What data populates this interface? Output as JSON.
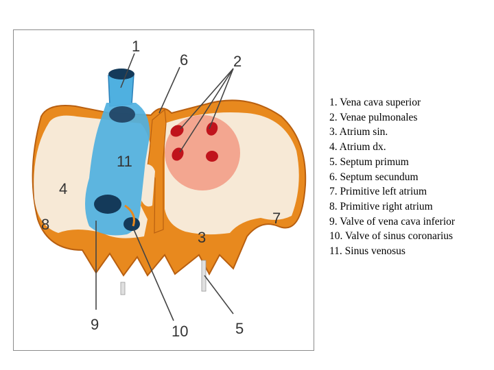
{
  "labels": {
    "n1": "1",
    "n2": "2",
    "n3": "3",
    "n4": "4",
    "n5": "5",
    "n6": "6",
    "n7": "7",
    "n8": "8",
    "n9": "9",
    "n10": "10",
    "n11": "11"
  },
  "legend": [
    "1. Vena cava superior",
    "2. Venae pulmonales",
    "3. Atrium sin.",
    "4. Atrium dx.",
    "5. Septum primum",
    "6. Septum secundum",
    "7. Primitive left atrium",
    "8. Primitive right atrium",
    "9. Valve of vena cava inferior",
    "10. Valve of sinus coronarius",
    "11. Sinus venosus"
  ],
  "colors": {
    "frame": "#8a8a8a",
    "wall_orange": "#e8891e",
    "chamber_cream": "#f7e9d6",
    "sinus_blue": "#4fb0e0",
    "pulmonary_pink": "#f29a84",
    "vein_red": "#c0141c",
    "leader_line": "#444444"
  }
}
